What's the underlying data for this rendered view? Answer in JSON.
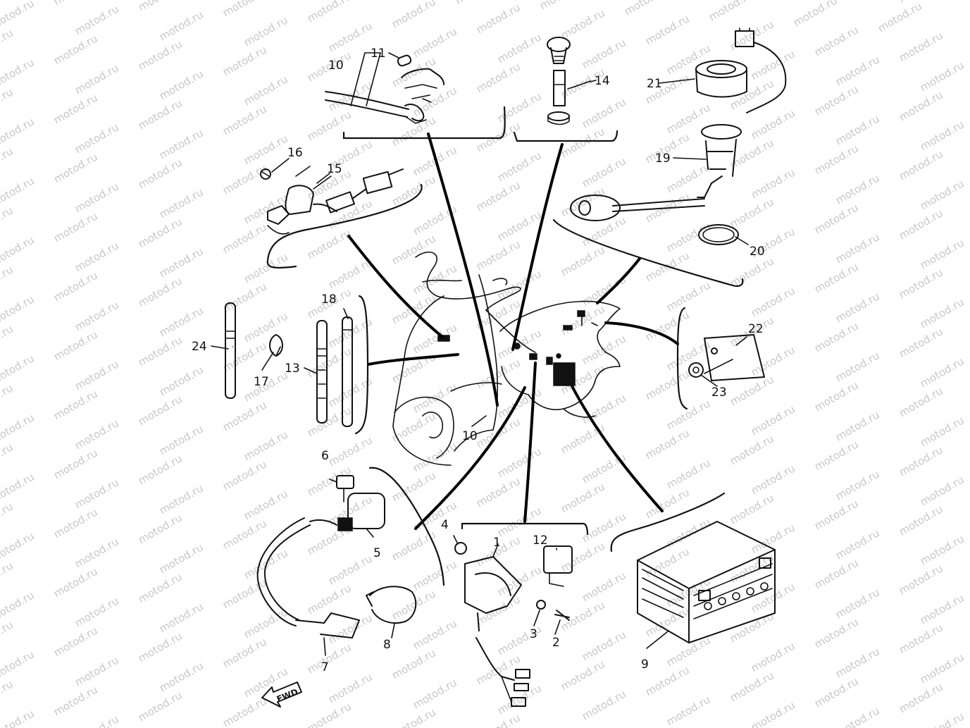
{
  "watermark": "motod.ru",
  "fwd_label": "FWD",
  "callouts": {
    "c1": "1",
    "c2": "2",
    "c3": "3",
    "c4": "4",
    "c5": "5",
    "c6": "6",
    "c7": "7",
    "c8": "8",
    "c9": "9",
    "c10a": "10",
    "c10b": "10",
    "c11": "11",
    "c12": "12",
    "c13": "13",
    "c14": "14",
    "c15": "15",
    "c16": "16",
    "c17": "17",
    "c18": "18",
    "c19": "19",
    "c20": "20",
    "c21": "21",
    "c22": "22",
    "c23": "23",
    "c24": "24"
  }
}
